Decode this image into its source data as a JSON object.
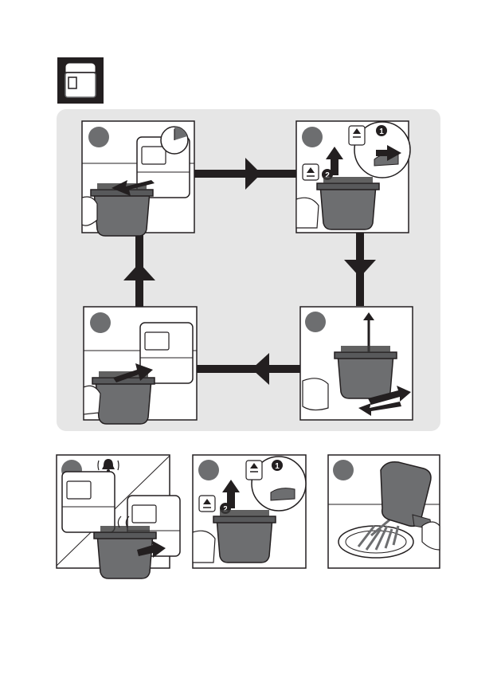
{
  "header_icon": {
    "name": "air-fryer-icon"
  },
  "cycle_panel": {
    "background": "#e6e6e6",
    "steps": [
      {
        "id": "remove-basket",
        "icon": "timer-icon",
        "illustration": "pull-basket-out"
      },
      {
        "id": "release-basket",
        "icon": "release-button-icon",
        "callouts": [
          "1",
          "2"
        ]
      },
      {
        "id": "shake-food",
        "icon": "shake-icon",
        "illustration": "shake-basket"
      },
      {
        "id": "insert-basket",
        "illustration": "push-basket-in"
      }
    ],
    "arrow_color": "#231f20"
  },
  "finish_steps": [
    {
      "id": "ready-signal",
      "icon": "bell-icon"
    },
    {
      "id": "release-basket-final",
      "icon": "release-button-icon",
      "callouts": [
        "1",
        "2"
      ]
    },
    {
      "id": "serve-food",
      "illustration": "fries-on-plate"
    }
  ],
  "colors": {
    "basket": "#6d6e70",
    "badge": "#6d6e70",
    "frame": "#231f20",
    "appliance": "#ffffff"
  }
}
